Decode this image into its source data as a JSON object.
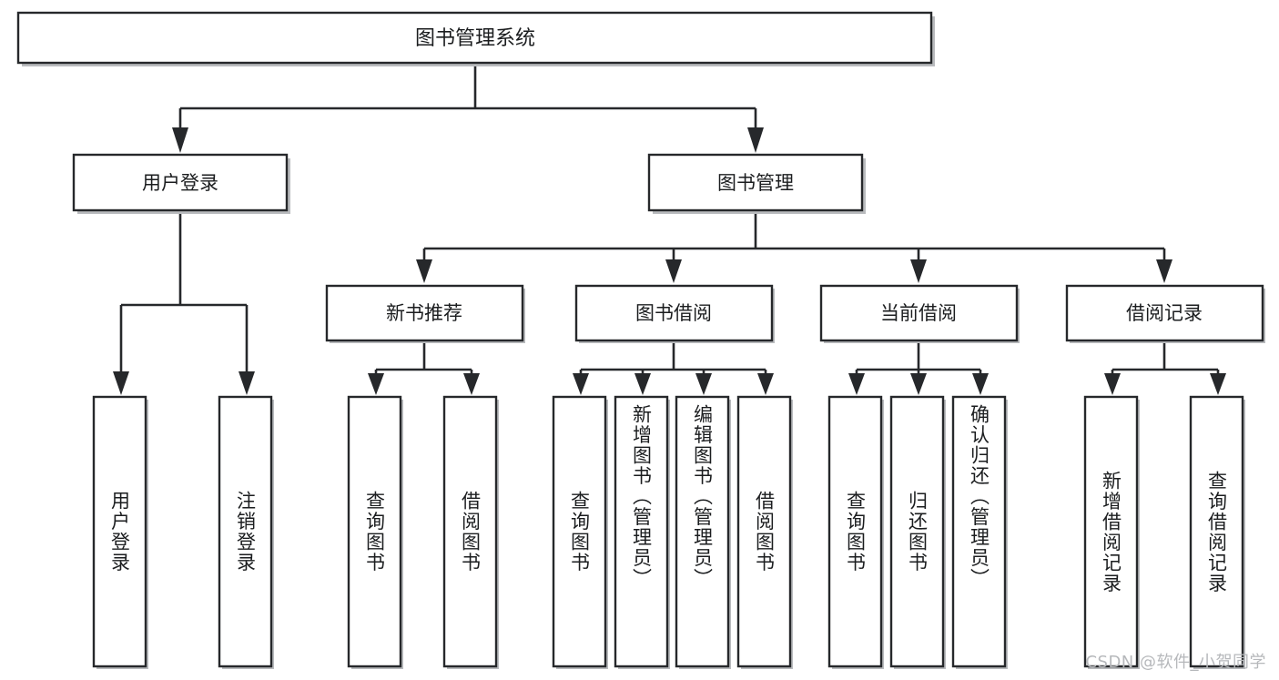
{
  "diagram": {
    "title": "图书管理系统",
    "type": "tree",
    "watermark": "CSDN @软件_小贺同学",
    "colors": {
      "box_stroke": "#26282b",
      "box_fill": "#ffffff",
      "connector": "#26282b",
      "text": "#1b1d1f",
      "watermark": "#b6b8bb",
      "background": "#ffffff"
    },
    "root": {
      "label": "图书管理系统"
    },
    "level2": [
      {
        "label": "用户登录"
      },
      {
        "label": "图书管理"
      }
    ],
    "level3": [
      {
        "label": "新书推荐"
      },
      {
        "label": "图书借阅"
      },
      {
        "label": "当前借阅"
      },
      {
        "label": "借阅记录"
      }
    ],
    "leaves": {
      "user_login": [
        {
          "label": "用户登录"
        },
        {
          "label": "注销登录"
        }
      ],
      "new_book": [
        {
          "label": "查询图书"
        },
        {
          "label": "借阅图书"
        }
      ],
      "book_borrow": [
        {
          "label": "查询图书"
        },
        {
          "label": "新增图书（管理员）"
        },
        {
          "label": "编辑图书（管理员）"
        },
        {
          "label": "借阅图书"
        }
      ],
      "current_borrow": [
        {
          "label": "查询图书"
        },
        {
          "label": "归还图书"
        },
        {
          "label": "确认归还（管理员）"
        }
      ],
      "borrow_record": [
        {
          "label": "新增借阅记录"
        },
        {
          "label": "查询借阅记录"
        }
      ]
    }
  }
}
